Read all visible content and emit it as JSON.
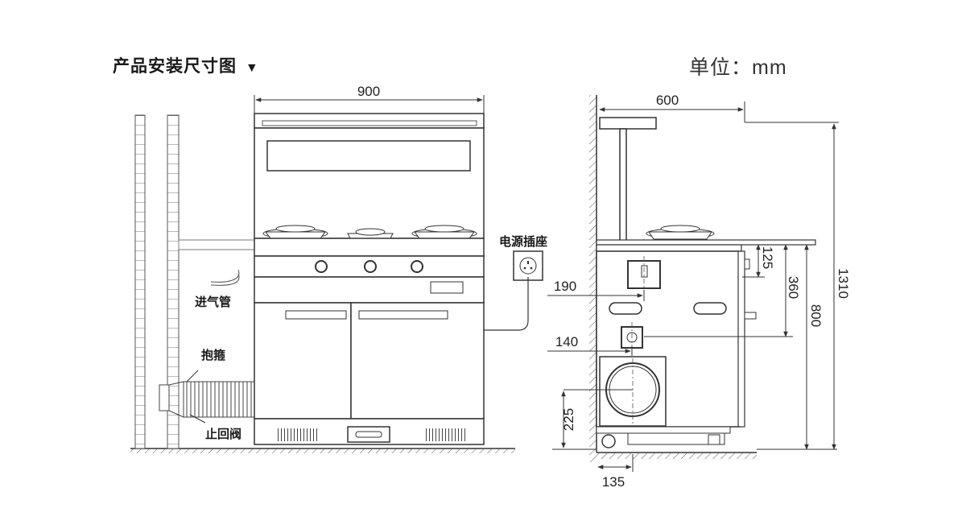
{
  "title": "产品安装尺寸图",
  "unit": "单位：mm",
  "labels": {
    "power_socket": "电源插座",
    "intake_pipe": "进气管",
    "hose_clamp": "抱箍",
    "check_valve": "止回阀"
  },
  "dimensions": {
    "front_width": "900",
    "side_depth": "600",
    "total_height": "1310",
    "counter_height": "800",
    "dim_360": "360",
    "dim_125": "125",
    "dim_190": "190",
    "dim_140": "140",
    "dim_225": "225",
    "dim_135": "135"
  }
}
